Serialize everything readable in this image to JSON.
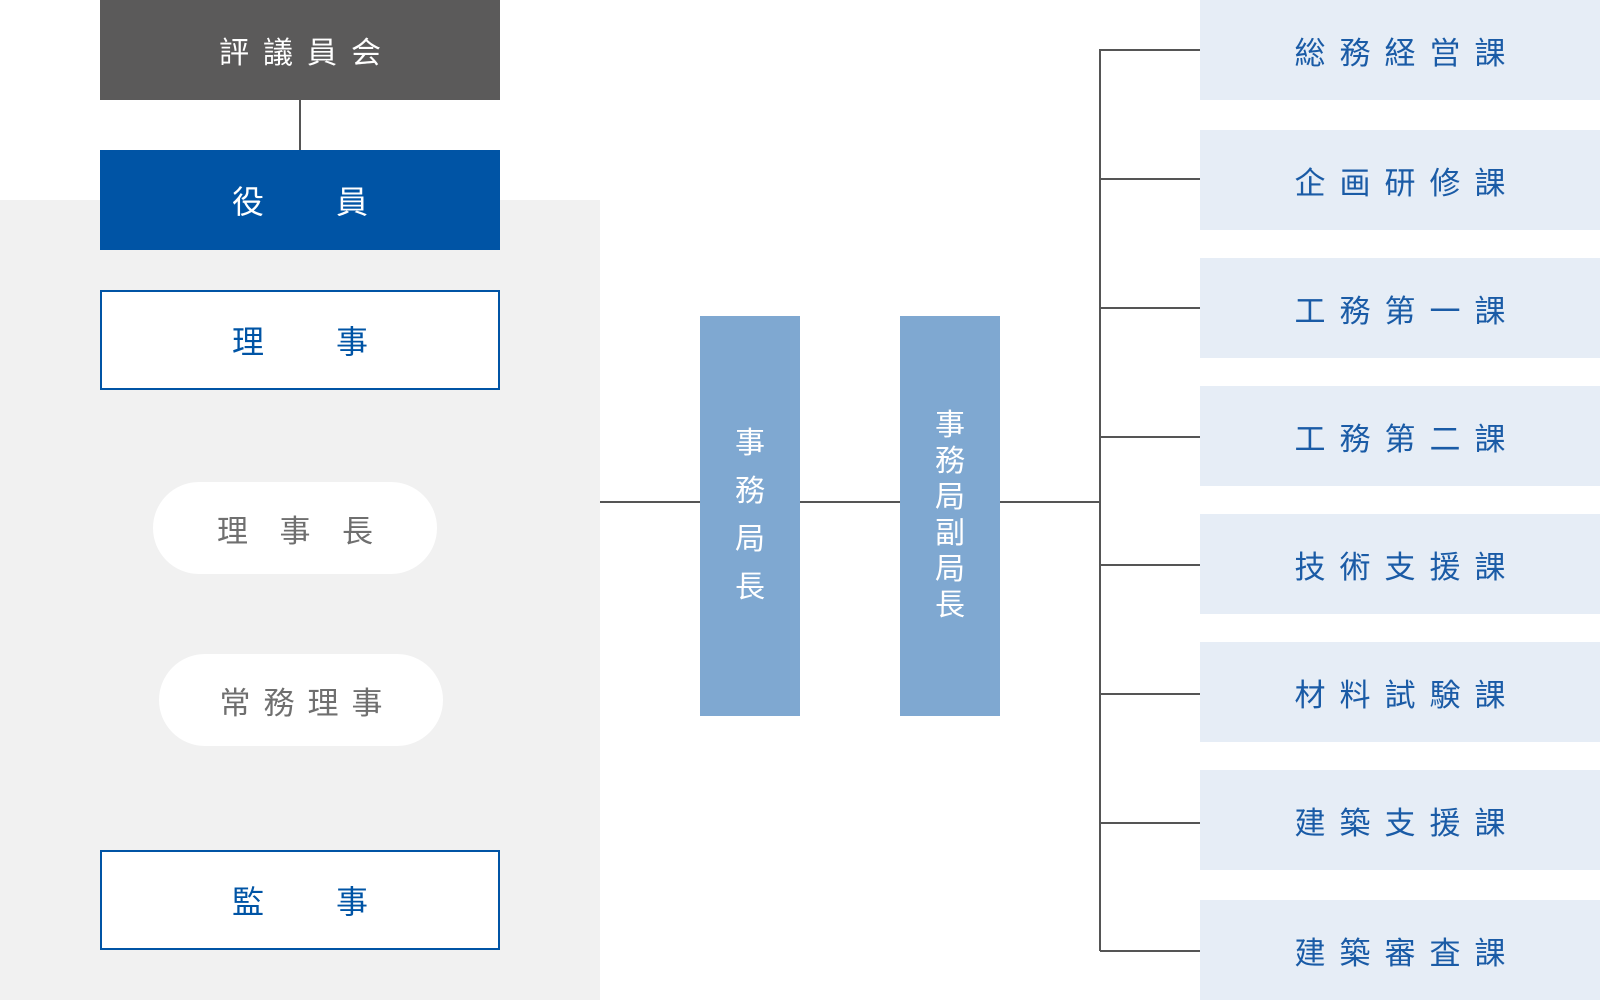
{
  "governance": {
    "council": "評議員会",
    "officers": [
      "役",
      "員"
    ],
    "directors": [
      "理",
      "事"
    ],
    "chairman": [
      "理",
      "事",
      "長"
    ],
    "executive_director": "常務理事",
    "auditors": [
      "監",
      "事"
    ]
  },
  "secretariat": {
    "director": [
      "事",
      "務",
      "局",
      "長"
    ],
    "deputy_director": [
      "事",
      "務",
      "局",
      "副",
      "局",
      "長"
    ]
  },
  "sections": [
    "総務経営課",
    "企画研修課",
    "工務第一課",
    "工務第二課",
    "技術支援課",
    "材料試験課",
    "建築支援課",
    "建築審査課"
  ],
  "colors": {
    "council_bg": "#5b5a5a",
    "officers_bg": "#0054a5",
    "secretariat_bg": "#7fa8d1",
    "section_bg": "#e6edf6",
    "section_text": "#1a5ba6",
    "panel_bg": "#f1f1f1"
  }
}
